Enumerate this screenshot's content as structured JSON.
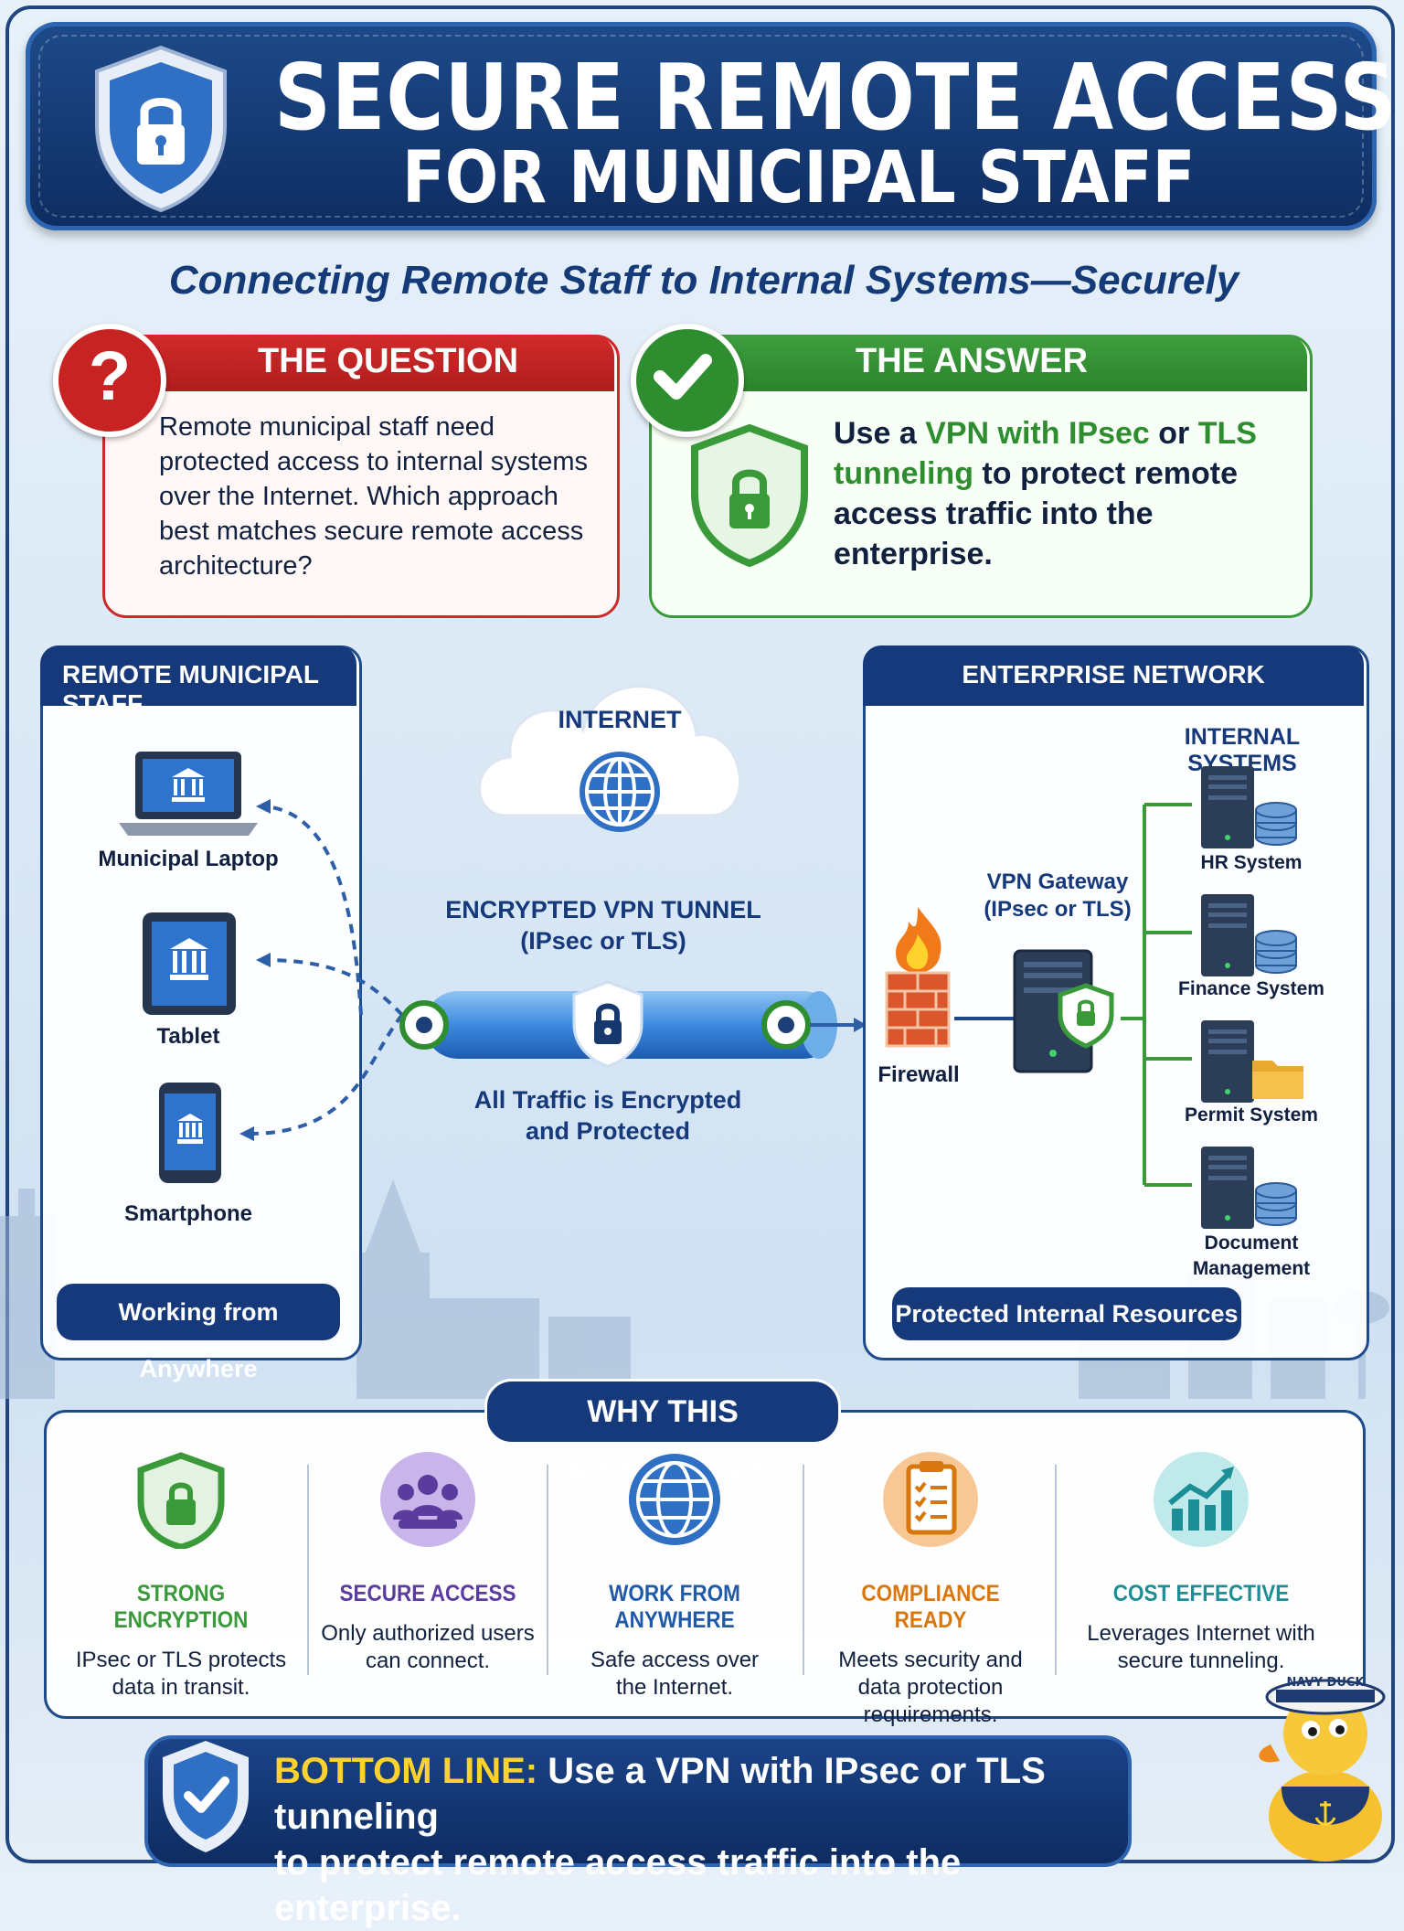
{
  "header": {
    "title_line1": "SECURE REMOTE ACCESS",
    "title_line2": "FOR MUNICIPAL STAFF",
    "subtitle": "Connecting Remote Staff to Internal Systems—Securely"
  },
  "question": {
    "heading": "THE QUESTION",
    "icon": "question-mark",
    "text": "Remote municipal staff need protected access to internal systems over the Internet. Which approach best matches secure remote access architecture?"
  },
  "answer": {
    "heading": "THE ANSWER",
    "icon": "check-mark",
    "text_pre": "Use a ",
    "text_hl1": "VPN with IPsec",
    "text_mid": " or ",
    "text_hl2": "TLS tunneling",
    "text_post": " to protect remote access traffic into the enterprise."
  },
  "remote_panel": {
    "heading": "REMOTE MUNICIPAL STAFF",
    "devices": [
      "Municipal Laptop",
      "Tablet",
      "Smartphone"
    ],
    "footer": "Working from Anywhere"
  },
  "internet": {
    "label": "INTERNET"
  },
  "tunnel": {
    "label_line1": "ENCRYPTED VPN TUNNEL",
    "label_line2": "(IPsec or TLS)",
    "note_line1": "All Traffic is Encrypted",
    "note_line2": "and Protected"
  },
  "enterprise_panel": {
    "heading": "ENTERPRISE NETWORK",
    "firewall": "Firewall",
    "gateway_line1": "VPN Gateway",
    "gateway_line2": "(IPsec or TLS)",
    "internal_heading": "INTERNAL SYSTEMS",
    "systems": [
      "HR System",
      "Finance System",
      "Permit System",
      "Document",
      "Management"
    ],
    "footer": "Protected Internal Resources"
  },
  "why": {
    "heading": "WHY THIS APPROACH?",
    "items": [
      {
        "title": "STRONG ENCRYPTION",
        "desc1": "IPsec or TLS protects",
        "desc2": "data in transit.",
        "desc3": "",
        "color": "#3a9a3a",
        "icon": "shield-lock-icon"
      },
      {
        "title": "SECURE ACCESS",
        "desc1": "Only authorized users",
        "desc2": "can connect.",
        "desc3": "",
        "color": "#5b3c9e",
        "icon": "users-icon"
      },
      {
        "title": "WORK FROM ANYWHERE",
        "desc1": "Safe access over",
        "desc2": "the Internet.",
        "desc3": "",
        "color": "#1f5aa8",
        "icon": "globe-icon"
      },
      {
        "title": "COMPLIANCE READY",
        "desc1": "Meets security and",
        "desc2": "data protection",
        "desc3": "requirements.",
        "color": "#d9770f",
        "icon": "checklist-icon"
      },
      {
        "title": "COST EFFECTIVE",
        "desc1": "Leverages Internet with",
        "desc2": "secure tunneling.",
        "desc3": "",
        "color": "#1b8f95",
        "icon": "chart-up-icon"
      }
    ]
  },
  "bottom_line": {
    "label": "BOTTOM LINE:",
    "text1": " Use a VPN with IPsec or TLS tunneling",
    "text2": "to protect remote access traffic into the enterprise."
  },
  "mascot": {
    "hat_text": "NAVY DUCK"
  },
  "colors": {
    "navy": "#15397a",
    "red": "#c72323",
    "green": "#2e8d2e",
    "yellow": "#ffd22e"
  }
}
